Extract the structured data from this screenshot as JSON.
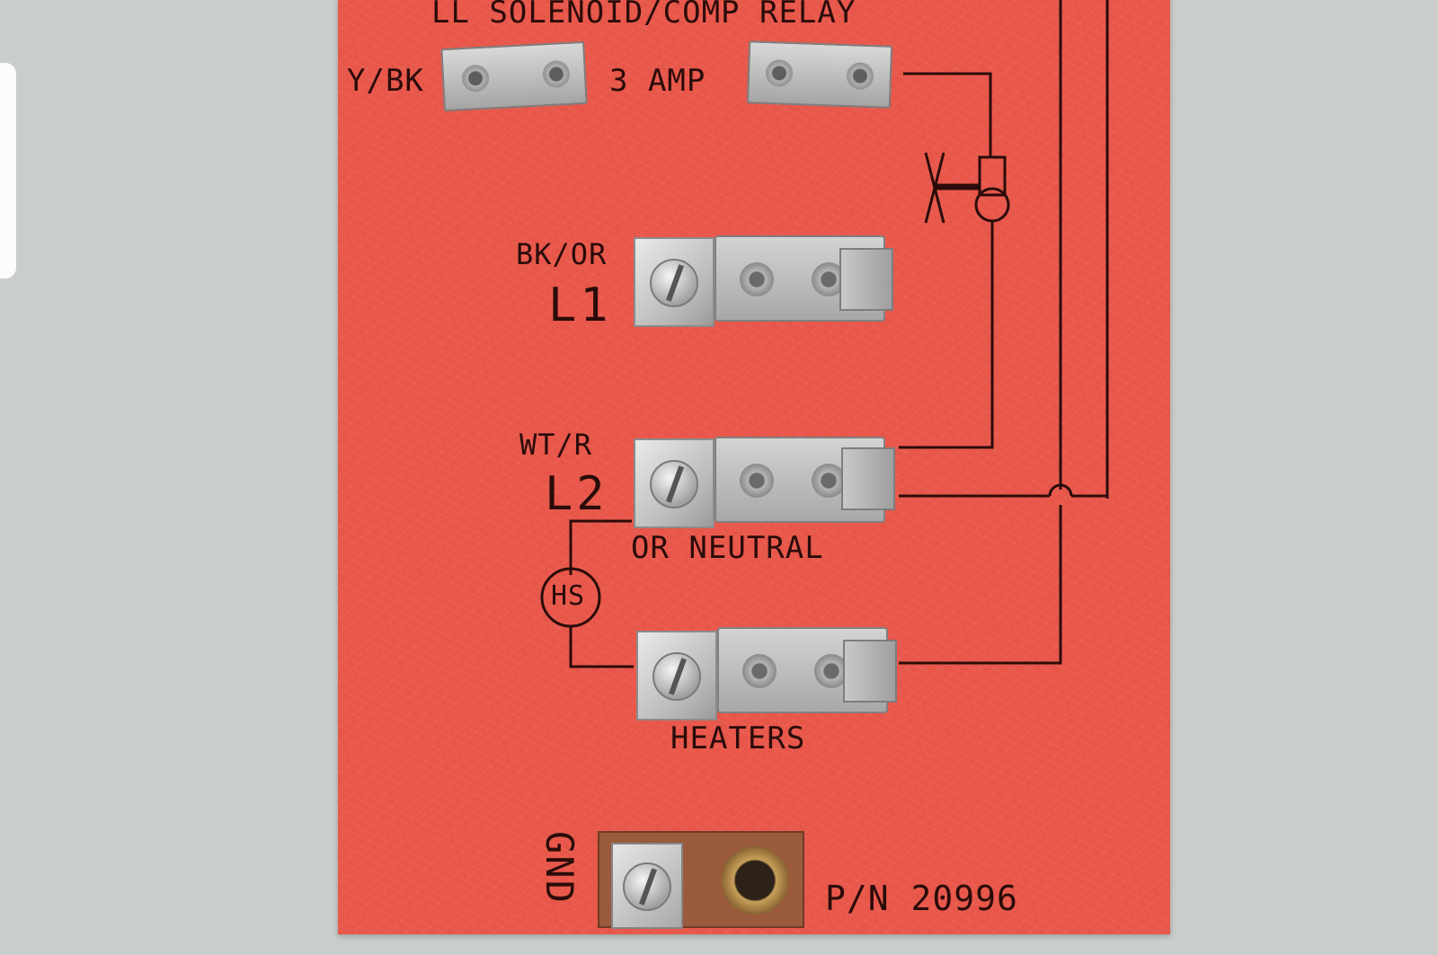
{
  "board": {
    "relay_label": "LL SOLENOID/COMP RELAY",
    "left_wire_label": "Y/BK",
    "fuse_label": "3 AMP",
    "l1_wire": "BK/OR",
    "l1_label": "L1",
    "l2_wire": "WT/R",
    "l2_label": "L2",
    "neutral_label": "OR NEUTRAL",
    "hs_label": "HS",
    "heaters_label": "HEATERS",
    "gnd_label": "GND",
    "part_number": "P/N 20996"
  },
  "colors": {
    "board": "#e8574a",
    "ink": "#2a0c0a",
    "metal": "#b8b8b8",
    "background": "#c9ceca"
  }
}
